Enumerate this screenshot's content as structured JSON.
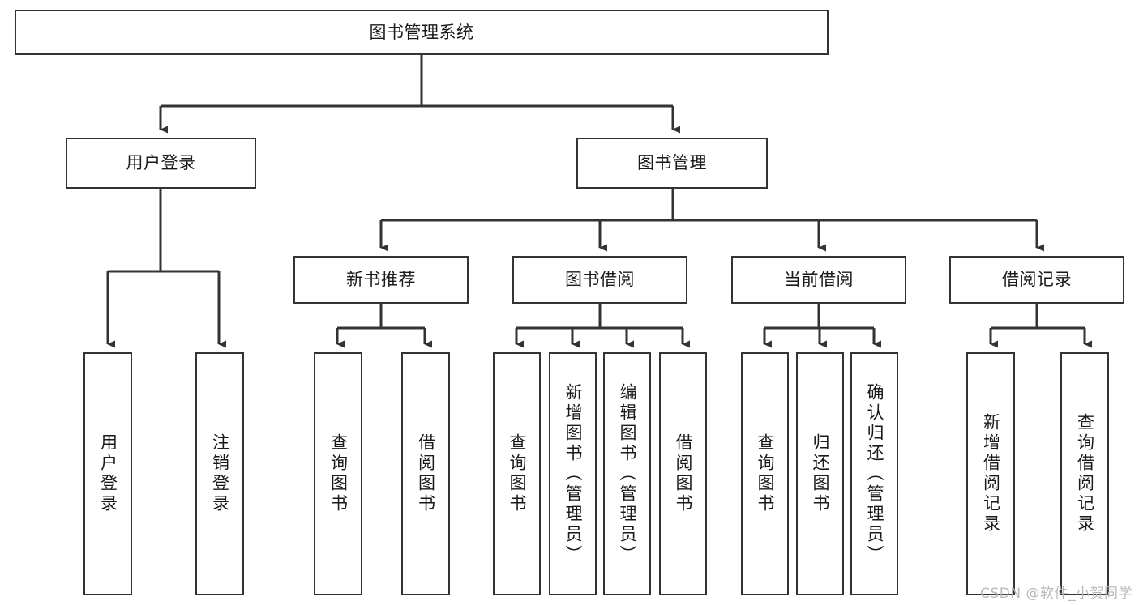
{
  "diagram": {
    "title": "图书管理系统",
    "type": "tree-hierarchy",
    "orientation": "top-down",
    "style": {
      "box_border_color": "#333333",
      "box_fill_color": "#ffffff",
      "edge_color": "#333333",
      "text_color": "#1a1a1a",
      "background": "#ffffff"
    },
    "nodes": {
      "root": {
        "label": "图书管理系统",
        "level": 1,
        "text_direction": "horizontal"
      },
      "user_login": {
        "label": "用户登录",
        "level": 2,
        "text_direction": "horizontal"
      },
      "book_manage": {
        "label": "图书管理",
        "level": 2,
        "text_direction": "horizontal"
      },
      "new_book_rec": {
        "label": "新书推荐",
        "level": 3,
        "text_direction": "horizontal"
      },
      "book_borrow": {
        "label": "图书借阅",
        "level": 3,
        "text_direction": "horizontal"
      },
      "current_borrow": {
        "label": "当前借阅",
        "level": 3,
        "text_direction": "horizontal"
      },
      "borrow_record": {
        "label": "借阅记录",
        "level": 3,
        "text_direction": "horizontal"
      },
      "leaf_user_login": {
        "label": "用户登录",
        "level": 4,
        "text_direction": "vertical"
      },
      "leaf_logout": {
        "label": "注销登录",
        "level": 4,
        "text_direction": "vertical"
      },
      "leaf_query_book_1": {
        "label": "查询图书",
        "level": 4,
        "text_direction": "vertical"
      },
      "leaf_borrow_book_1": {
        "label": "借阅图书",
        "level": 4,
        "text_direction": "vertical"
      },
      "leaf_query_book_2": {
        "label": "查询图书",
        "level": 4,
        "text_direction": "vertical"
      },
      "leaf_add_book": {
        "label": "新增图书（管理员）",
        "level": 4,
        "text_direction": "vertical"
      },
      "leaf_edit_book": {
        "label": "编辑图书（管理员）",
        "level": 4,
        "text_direction": "vertical"
      },
      "leaf_borrow_book_2": {
        "label": "借阅图书",
        "level": 4,
        "text_direction": "vertical"
      },
      "leaf_query_book_3": {
        "label": "查询图书",
        "level": 4,
        "text_direction": "vertical"
      },
      "leaf_return_book": {
        "label": "归还图书",
        "level": 4,
        "text_direction": "vertical"
      },
      "leaf_confirm_return": {
        "label": "确认归还（管理员）",
        "level": 4,
        "text_direction": "vertical"
      },
      "leaf_add_record": {
        "label": "新增借阅记录",
        "level": 4,
        "text_direction": "vertical"
      },
      "leaf_query_record": {
        "label": "查询借阅记录",
        "level": 4,
        "text_direction": "vertical"
      }
    },
    "edges": [
      {
        "from": "root",
        "to": "user_login"
      },
      {
        "from": "root",
        "to": "book_manage"
      },
      {
        "from": "user_login",
        "to": "leaf_user_login"
      },
      {
        "from": "user_login",
        "to": "leaf_logout"
      },
      {
        "from": "book_manage",
        "to": "new_book_rec"
      },
      {
        "from": "book_manage",
        "to": "book_borrow"
      },
      {
        "from": "book_manage",
        "to": "current_borrow"
      },
      {
        "from": "book_manage",
        "to": "borrow_record"
      },
      {
        "from": "new_book_rec",
        "to": "leaf_query_book_1"
      },
      {
        "from": "new_book_rec",
        "to": "leaf_borrow_book_1"
      },
      {
        "from": "book_borrow",
        "to": "leaf_query_book_2"
      },
      {
        "from": "book_borrow",
        "to": "leaf_add_book"
      },
      {
        "from": "book_borrow",
        "to": "leaf_edit_book"
      },
      {
        "from": "book_borrow",
        "to": "leaf_borrow_book_2"
      },
      {
        "from": "current_borrow",
        "to": "leaf_query_book_3"
      },
      {
        "from": "current_borrow",
        "to": "leaf_return_book"
      },
      {
        "from": "current_borrow",
        "to": "leaf_confirm_return"
      },
      {
        "from": "borrow_record",
        "to": "leaf_add_record"
      },
      {
        "from": "borrow_record",
        "to": "leaf_query_record"
      }
    ]
  },
  "watermark": {
    "text": "CSDN @软件_小贺同学"
  }
}
